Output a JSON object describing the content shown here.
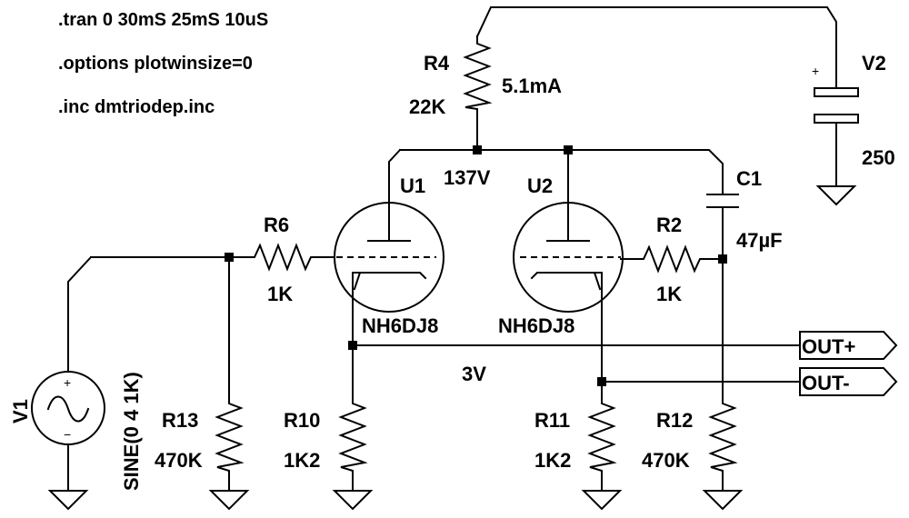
{
  "directives": [
    ".tran 0 30mS 25mS 10uS",
    ".options plotwinsize=0",
    ".inc dmtriodep.inc"
  ],
  "components": {
    "r4": {
      "name": "R4",
      "value": "22K",
      "current": "5.1mA"
    },
    "v2": {
      "name": "V2",
      "value": "250",
      "plus": "+"
    },
    "u1": {
      "name": "U1",
      "model": "NH6DJ8"
    },
    "u2": {
      "name": "U2",
      "model": "NH6DJ8"
    },
    "r6": {
      "name": "R6",
      "value": "1K"
    },
    "r2": {
      "name": "R2",
      "value": "1K"
    },
    "c1": {
      "name": "C1",
      "value": "47µF"
    },
    "v1": {
      "name": "V1",
      "value": "SINE(0 4 1K)",
      "plus": "+",
      "minus": "−"
    },
    "r13": {
      "name": "R13",
      "value": "470K"
    },
    "r10": {
      "name": "R10",
      "value": "1K2"
    },
    "r11": {
      "name": "R11",
      "value": "1K2"
    },
    "r12": {
      "name": "R12",
      "value": "470K"
    }
  },
  "node_labels": {
    "plate": "137V",
    "cathode": "3V"
  },
  "ports": {
    "out_plus": "OUT+",
    "out_minus": "OUT-"
  }
}
